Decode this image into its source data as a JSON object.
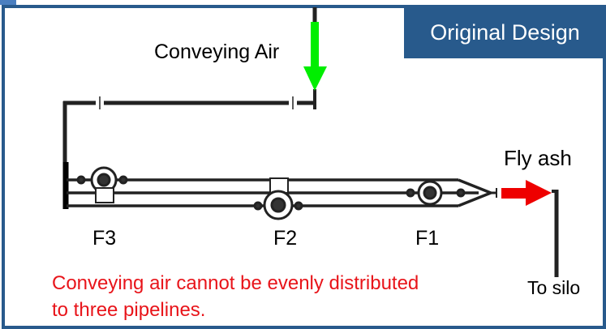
{
  "title": "Original Design",
  "labels": {
    "conveying_air": "Conveying Air",
    "fly_ash": "Fly ash",
    "to_silo": "To silo",
    "f3": "F3",
    "f2": "F2",
    "f1": "F1"
  },
  "note": {
    "line1": "Conveying air cannot be evenly distributed",
    "line2": "to three pipelines."
  },
  "colors": {
    "frame": "#285a8c",
    "air_arrow": "#00ee00",
    "ash_arrow": "#ee0000",
    "note": "#e8141a"
  }
}
